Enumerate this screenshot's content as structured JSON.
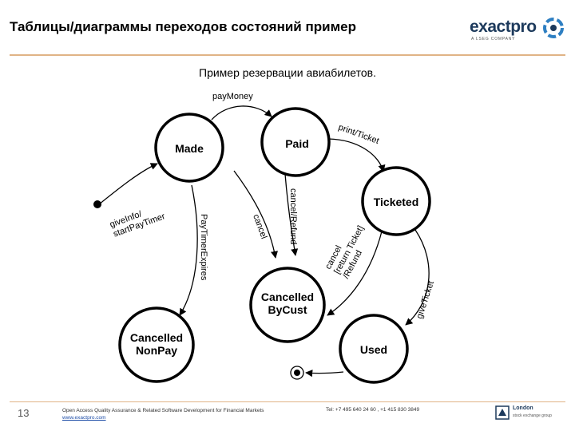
{
  "header": {
    "title": "Таблицы/диаграммы переходов состояний пример",
    "logo_text": "exactpro",
    "logo_subtitle": "A LSEG COMPANY"
  },
  "subtitle": "Пример резервации авиабилетов.",
  "states": [
    {
      "id": "made",
      "label": "Made"
    },
    {
      "id": "paid",
      "label": "Paid"
    },
    {
      "id": "ticketed",
      "label": "Ticketed"
    },
    {
      "id": "cancelled-bycust",
      "label": "Cancelled\nByCust"
    },
    {
      "id": "cancelled-nonpay",
      "label": "Cancelled\nNonPay"
    },
    {
      "id": "used",
      "label": "Used"
    }
  ],
  "transitions": [
    {
      "id": "initial",
      "label": "giveInfo/\nstartPayTimer"
    },
    {
      "id": "pay",
      "label": "payMoney"
    },
    {
      "id": "print",
      "label": "print/Ticket"
    },
    {
      "id": "cancel-refund",
      "label": "cancel/Refund"
    },
    {
      "id": "cancel",
      "label": "cancel"
    },
    {
      "id": "paytimer",
      "label": "PayTimerExpires"
    },
    {
      "id": "cancel-return",
      "label": "cancel\n[return Ticket]\n/Refund"
    },
    {
      "id": "give-ticket",
      "label": "giveTicket"
    }
  ],
  "footer": {
    "page_number": "13",
    "company_line": "Open Access Quality Assurance & Related Software Development for Financial Markets",
    "website": "www.exactpro.com",
    "contact": "Tel: +7 495 640 24 60 , +1 415 830 3849",
    "partner_name": "London",
    "partner_sub": "stock exchange group"
  }
}
